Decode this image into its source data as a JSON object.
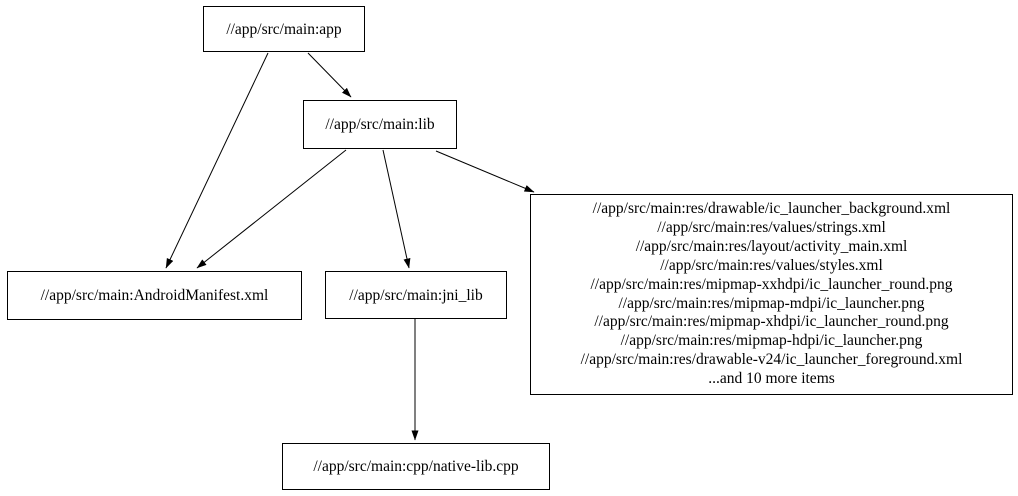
{
  "diagram": {
    "type": "directed-graph",
    "background_color": "#ffffff",
    "node_fill_color": "#ffffff",
    "node_border_color": "#000000",
    "edge_color": "#000000",
    "text_color": "#000000"
  },
  "nodes": {
    "app": {
      "label": "//app/src/main:app"
    },
    "lib": {
      "label": "//app/src/main:lib"
    },
    "manifest": {
      "label": "//app/src/main:AndroidManifest.xml"
    },
    "jni_lib": {
      "label": "//app/src/main:jni_lib"
    },
    "resources": {
      "lines": [
        "//app/src/main:res/drawable/ic_launcher_background.xml",
        "//app/src/main:res/values/strings.xml",
        "//app/src/main:res/layout/activity_main.xml",
        "//app/src/main:res/values/styles.xml",
        "//app/src/main:res/mipmap-xxhdpi/ic_launcher_round.png",
        "//app/src/main:res/mipmap-mdpi/ic_launcher.png",
        "//app/src/main:res/mipmap-xhdpi/ic_launcher_round.png",
        "//app/src/main:res/mipmap-hdpi/ic_launcher.png",
        "//app/src/main:res/drawable-v24/ic_launcher_foreground.xml",
        "...and 10 more items"
      ]
    },
    "native_lib": {
      "label": "//app/src/main:cpp/native-lib.cpp"
    }
  },
  "edges": [
    {
      "from": "app",
      "to": "lib"
    },
    {
      "from": "app",
      "to": "manifest"
    },
    {
      "from": "lib",
      "to": "manifest"
    },
    {
      "from": "lib",
      "to": "jni_lib"
    },
    {
      "from": "lib",
      "to": "resources"
    },
    {
      "from": "jni_lib",
      "to": "native_lib"
    }
  ]
}
